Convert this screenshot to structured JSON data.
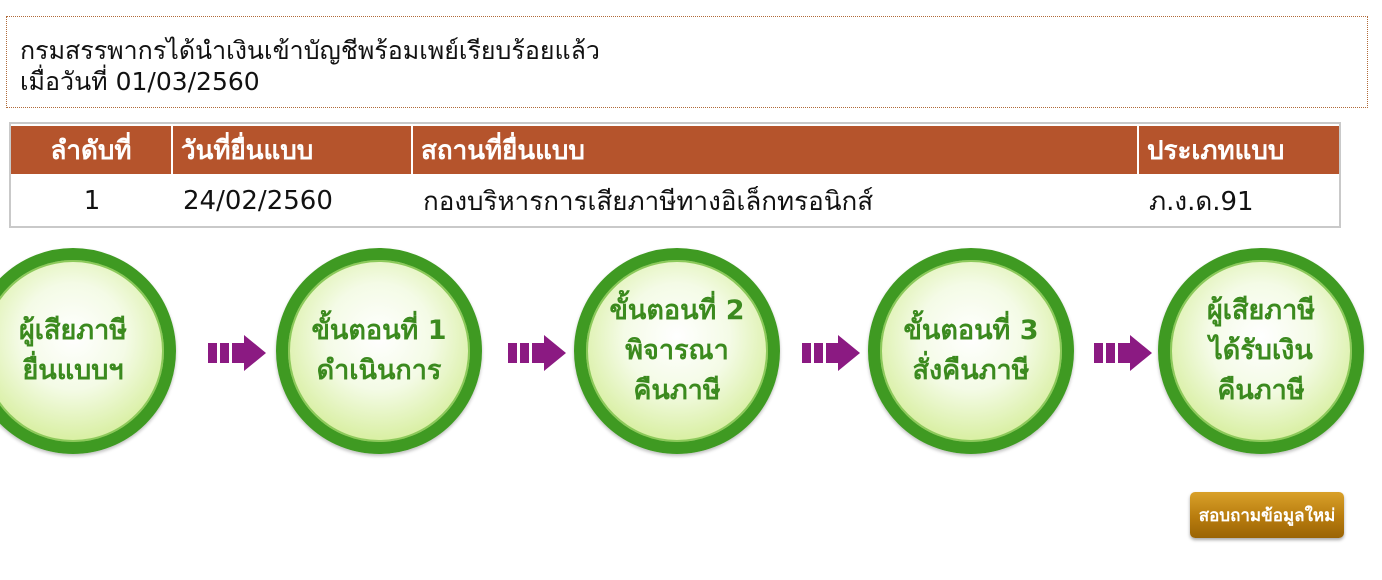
{
  "notice": {
    "line1": "กรมสรรพากรได้นำเงินเข้าบัญชีพร้อมเพย์เรียบร้อยแล้ว",
    "line2": "เมื่อวันที่ 01/03/2560"
  },
  "table": {
    "headers": [
      "ลำดับที่",
      "วันที่ยื่นแบบ",
      "สถานที่ยื่นแบบ",
      "ประเภทแบบ"
    ],
    "rows": [
      [
        "1",
        "24/02/2560",
        "กองบริหารการเสียภาษีทางอิเล็กทรอนิกส์",
        "ภ.ง.ด.91"
      ]
    ]
  },
  "steps": [
    {
      "lines": [
        "ผู้เสียภาษี",
        "ยื่นแบบฯ"
      ]
    },
    {
      "lines": [
        "ขั้นตอนที่ 1",
        "ดำเนินการ"
      ]
    },
    {
      "lines": [
        "ขั้นตอนที่ 2",
        "พิจารณา",
        "คืนภาษี"
      ]
    },
    {
      "lines": [
        "ขั้นตอนที่ 3",
        "สั่งคืนภาษี"
      ]
    },
    {
      "lines": [
        "ผู้เสียภาษี",
        "ได้รับเงิน",
        "คืนภาษี"
      ]
    }
  ],
  "colors": {
    "header_bg": "#b5542c",
    "step_ring": "#3f9a22",
    "step_text": "#3b8a1e",
    "arrow": "#8b1a82",
    "button": "#b87c0e"
  },
  "icons": {
    "flow_arrow": "arrow-right-icon"
  },
  "button": {
    "label": "สอบถามข้อมูลใหม่"
  }
}
